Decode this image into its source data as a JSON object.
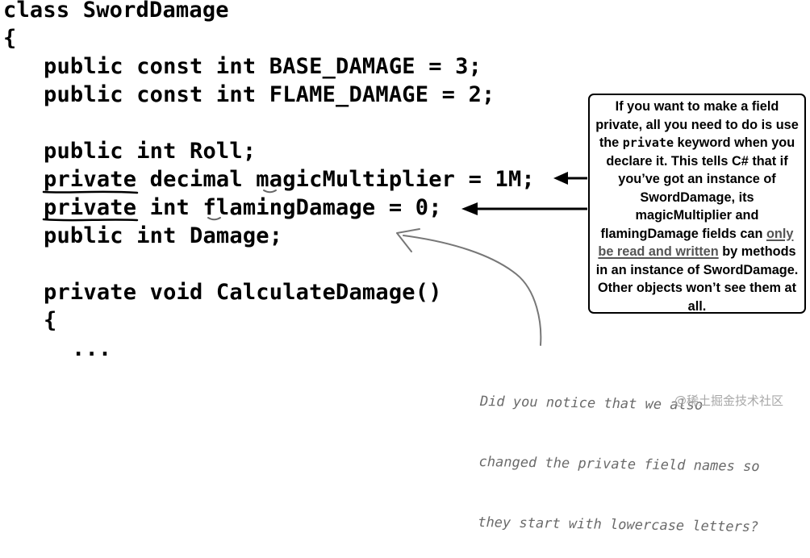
{
  "code": {
    "lines": [
      "class SwordDamage",
      "{",
      "public const int BASE_DAMAGE = 3;",
      "public const int FLAME_DAMAGE = 2;",
      "public int Roll;",
      "private decimal magicMultiplier = 1M;",
      "private int flamingDamage = 0;",
      "public int Damage;",
      "private void CalculateDamage()",
      "{",
      "..."
    ]
  },
  "callout": {
    "part1": "If you want to make a field private, all you need to do is use the",
    "keyword": "private",
    "part2": "keyword when you declare it. This tells C# that if you’ve got an instance of SwordDamage, its magicMultiplier and flamingDamage fields can",
    "emphasis": "only be read and written",
    "part3": "by methods in an instance of SwordDamage. Other objects won’t see them at all."
  },
  "note": {
    "line1": "Did you notice that we also",
    "line2": "changed the private field names so",
    "line3": "they start with lowercase letters?"
  },
  "watermark": {
    "text": "@稀土掘金技术社区"
  }
}
